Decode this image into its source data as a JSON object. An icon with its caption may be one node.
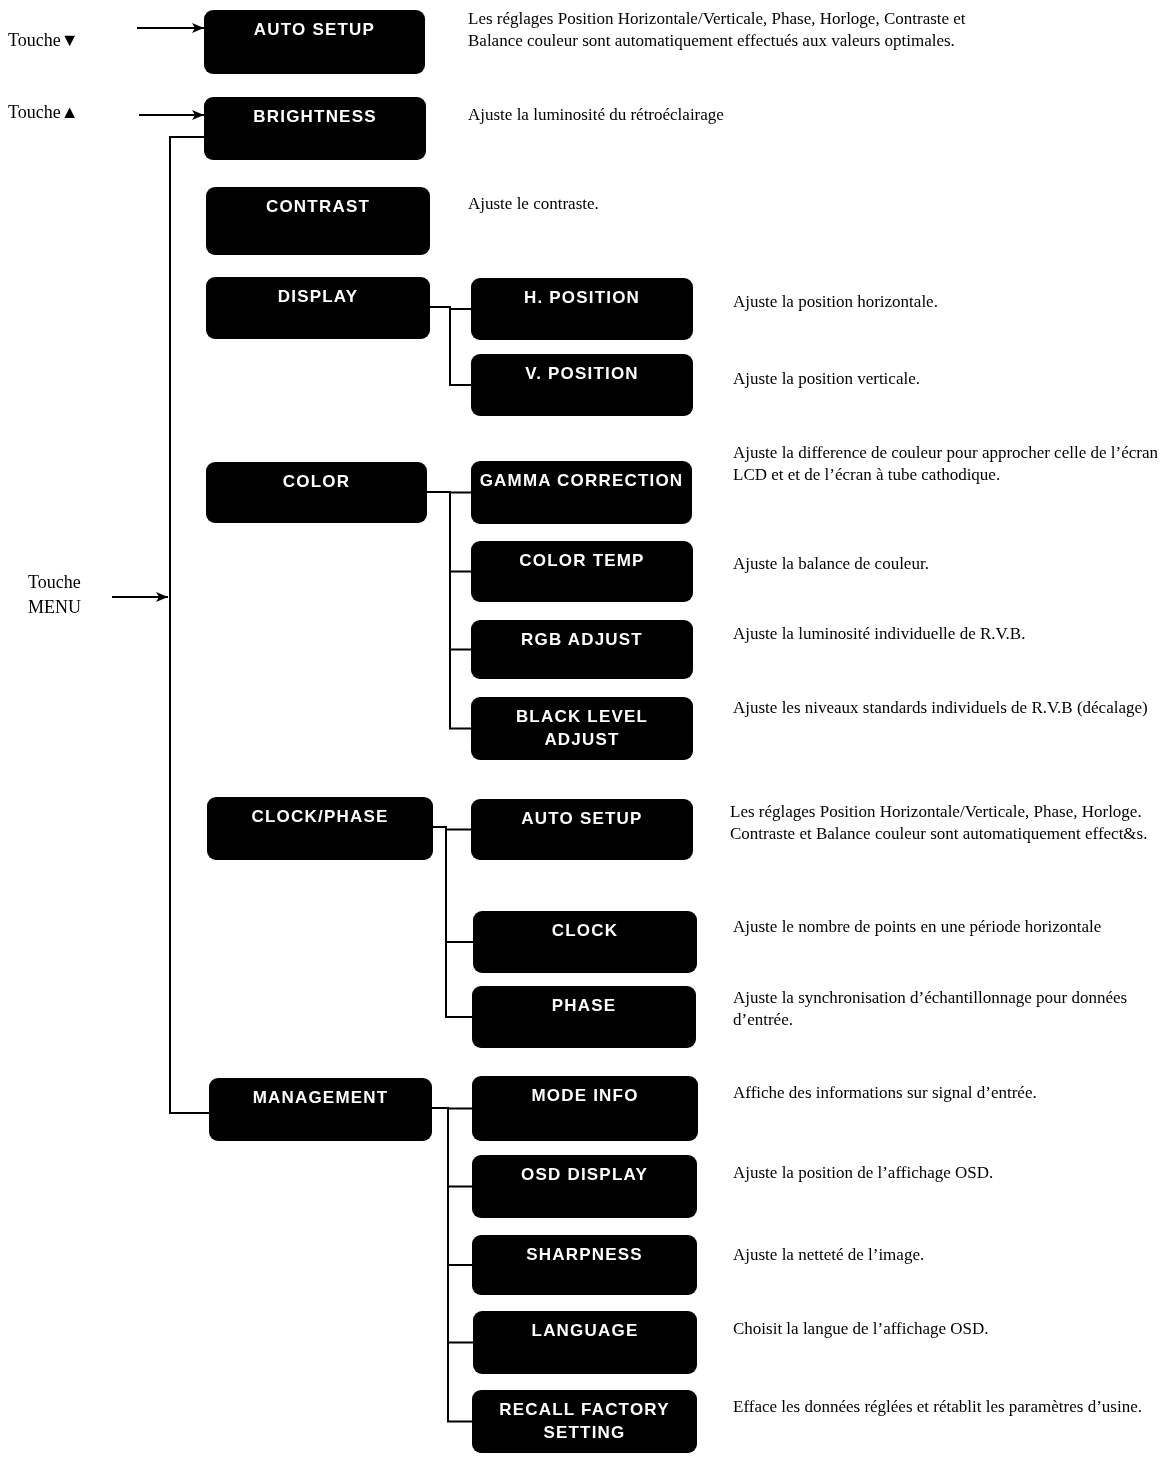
{
  "diagram": {
    "nodes": [
      {
        "text": [
          "Touche▼"
        ]
      },
      {
        "text": [
          "AUTO SETUP"
        ],
        "beside": [
          "Les réglages Position Horizontale/Verticale, Phase, Horloge, Contraste et Balance couleur sont automatiquement effectués aux valeurs optimales."
        ]
      },
      {
        "text": [
          "Touche▲"
        ]
      },
      {
        "text": [
          "BRIGHTNESS"
        ],
        "beside": [
          "Ajuste la luminosité du rétroéclairage"
        ]
      },
      {
        "text": [
          "Touche MENU"
        ]
      },
      {
        "text": [
          "CONTRAST"
        ],
        "beside": [
          "Ajuste le contraste."
        ]
      },
      {
        "text": [
          "DISPLAY"
        ]
      },
      {
        "text": [
          "H. POSITION"
        ],
        "beside": [
          "Ajuste la position horizontale."
        ]
      },
      {
        "text": [
          "V. POSITION"
        ],
        "beside": [
          "Ajuste la position verticale."
        ]
      },
      {
        "text": [
          "COLOR"
        ]
      },
      {
        "text": [
          "GAMMA CORRECTION"
        ],
        "beside": [
          "Ajuste la difference de couleur pour approcher celle de l’écran LCD et et de l’écran à tube cathodique."
        ]
      },
      {
        "text": [
          "COLOR TEMP"
        ],
        "beside": [
          "Ajuste la balance de couleur."
        ]
      },
      {
        "text": [
          "RGB ADJUST"
        ],
        "beside": [
          "Ajuste la luminosité individuelle de R.V.B."
        ]
      },
      {
        "text": [
          "BLACK LEVEL ADJUST"
        ],
        "beside": [
          "Ajuste les niveaux standards individuels de R.V.B (décalage)"
        ]
      },
      {
        "text": [
          "CLOCK/PHASE"
        ]
      },
      {
        "text": [
          "AUTO SETUP"
        ],
        "beside": [
          "Les réglages Position Horizontale/Verticale, Phase, Horloge. Contraste et Balance couleur sont automatiquement effect&s."
        ]
      },
      {
        "text": [
          "CLOCK"
        ],
        "beside": [
          "Ajuste le nombre de points en une période horizontale"
        ]
      },
      {
        "text": [
          "PHASE"
        ],
        "beside": [
          "Ajuste la synchronisation d’échantillonnage pour données d’entrée."
        ]
      },
      {
        "text": [
          "MANAGEMENT"
        ]
      },
      {
        "text": [
          "MODE INFO"
        ],
        "beside": [
          "Affiche des informations sur signal d’entrée."
        ]
      },
      {
        "text": [
          "OSD DISPLAY"
        ],
        "beside": [
          "Ajuste la position de l’affichage OSD."
        ]
      },
      {
        "text": [
          "SHARPNESS"
        ],
        "beside": [
          "Ajuste la netteté de l’image."
        ]
      },
      {
        "text": [
          "LANGUAGE"
        ],
        "beside": [
          "Choisit la langue de l’affichage OSD."
        ]
      },
      {
        "text": [
          "RECALL FACTORY SETTING"
        ],
        "beside": [
          "Efface les données réglées et rétablit les paramètres d’usine."
        ]
      }
    ],
    "edges": [
      {
        "from": 0,
        "to": 1,
        "arrow": "to"
      },
      {
        "from": 2,
        "to": 3,
        "arrow": "to"
      },
      {
        "from": 4,
        "to": null,
        "arrow": "to"
      },
      {
        "from": 3,
        "to": 18,
        "arrow": "none"
      },
      {
        "from": 6,
        "to": 7,
        "arrow": "none"
      },
      {
        "from": 6,
        "to": 8,
        "arrow": "none"
      },
      {
        "from": 9,
        "to": 10,
        "arrow": "none"
      },
      {
        "from": 9,
        "to": 11,
        "arrow": "none"
      },
      {
        "from": 9,
        "to": 12,
        "arrow": "none"
      },
      {
        "from": 9,
        "to": 13,
        "arrow": "none"
      },
      {
        "from": 14,
        "to": 15,
        "arrow": "none"
      },
      {
        "from": 14,
        "to": 16,
        "arrow": "none"
      },
      {
        "from": 14,
        "to": 17,
        "arrow": "none"
      },
      {
        "from": 18,
        "to": 19,
        "arrow": "none"
      },
      {
        "from": 18,
        "to": 20,
        "arrow": "none"
      },
      {
        "from": 18,
        "to": 21,
        "arrow": "none"
      },
      {
        "from": 18,
        "to": 22,
        "arrow": "none"
      },
      {
        "from": 18,
        "to": 23,
        "arrow": "none"
      }
    ]
  }
}
